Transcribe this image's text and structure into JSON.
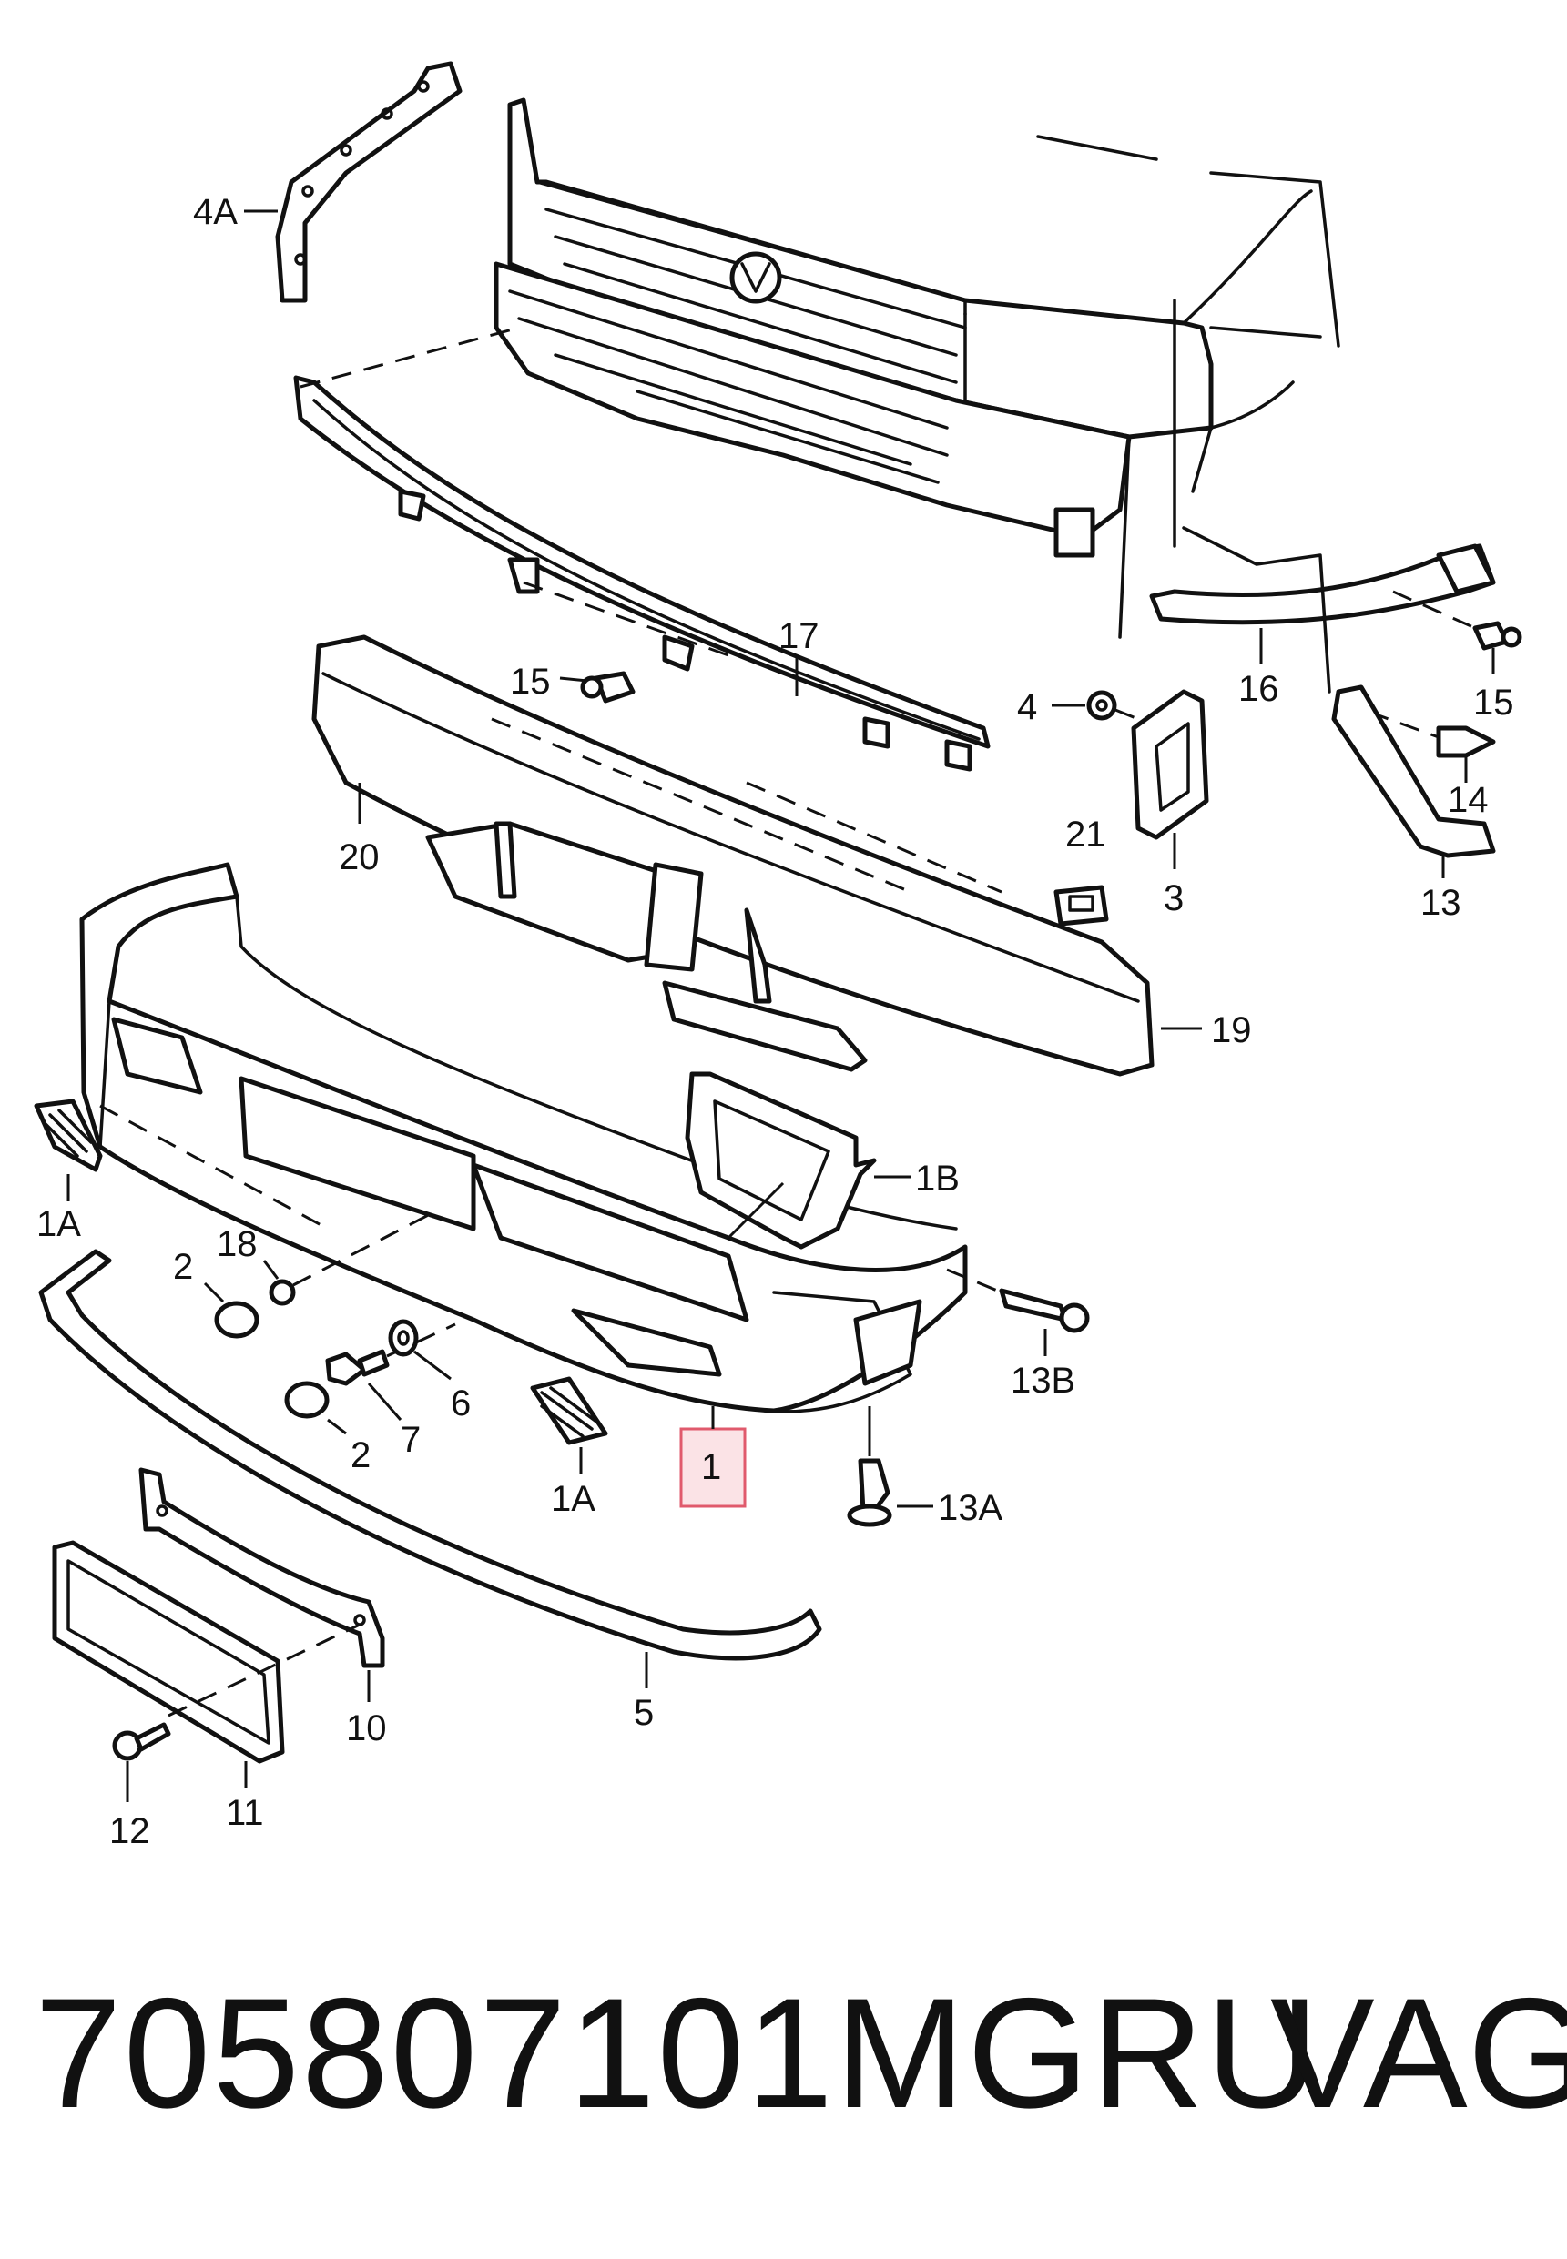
{
  "diagram": {
    "callouts": {
      "c1": "1",
      "c1A_left": "1A",
      "c1A_bottom": "1A",
      "c1B": "1B",
      "c2_top": "2",
      "c2_bottom": "2",
      "c3": "3",
      "c4": "4",
      "c4A": "4A",
      "c5": "5",
      "c6": "6",
      "c7": "7",
      "c10": "10",
      "c11": "11",
      "c12": "12",
      "c13": "13",
      "c13A": "13A",
      "c13B": "13B",
      "c14": "14",
      "c15_left": "15",
      "c15_right": "15",
      "c16": "16",
      "c17": "17",
      "c18": "18",
      "c19": "19",
      "c20": "20",
      "c21": "21"
    },
    "highlight_color": "#e05a6c"
  },
  "footer": {
    "part_number": "705807101MGRU",
    "brand": "VAG"
  }
}
